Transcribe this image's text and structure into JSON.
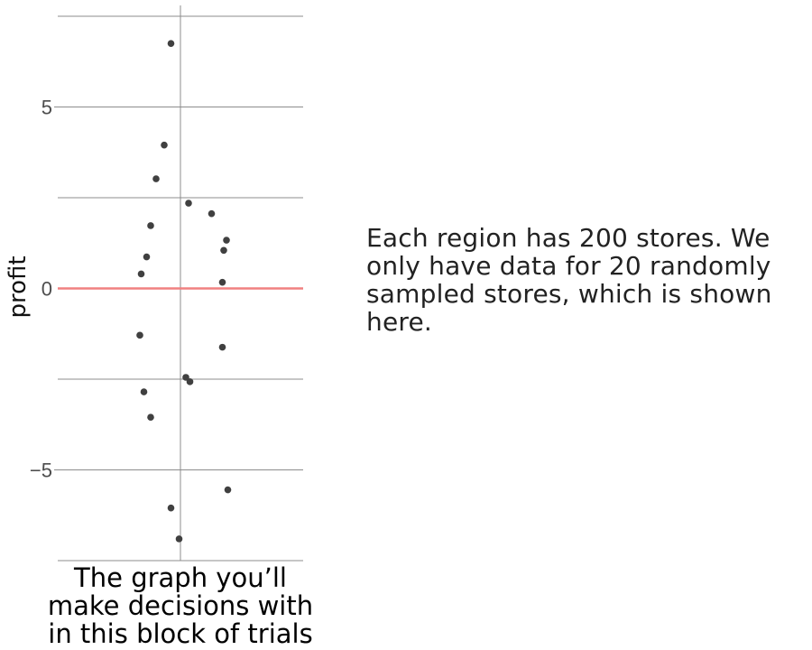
{
  "caption": "Each region has 200 stores. We only have data for 20 randomly sampled stores, which is shown here.",
  "chart_data": {
    "type": "scatter",
    "title": "",
    "ylabel": "profit",
    "xlabel_lines": [
      "The graph you’ll",
      "make decisions with",
      "in this block of trials"
    ],
    "ylim": [
      -7.5,
      7.5
    ],
    "yticks": [
      -5,
      0,
      5
    ],
    "ytick_labels": [
      "−5",
      "0",
      "5"
    ],
    "reference_line": {
      "y": 0,
      "color": "#f08080"
    },
    "grid": true,
    "x_is_jitter": true,
    "xlim": [
      -1,
      1
    ],
    "point_color": "#404040",
    "points": [
      {
        "x": -0.07,
        "y": 6.75
      },
      {
        "x": -0.12,
        "y": 3.95
      },
      {
        "x": -0.18,
        "y": 3.02
      },
      {
        "x": 0.06,
        "y": 2.35
      },
      {
        "x": 0.23,
        "y": 2.06
      },
      {
        "x": -0.22,
        "y": 1.73
      },
      {
        "x": 0.34,
        "y": 1.33
      },
      {
        "x": 0.32,
        "y": 1.05
      },
      {
        "x": -0.25,
        "y": 0.87
      },
      {
        "x": -0.29,
        "y": 0.4
      },
      {
        "x": 0.31,
        "y": 0.17
      },
      {
        "x": -0.3,
        "y": -1.29
      },
      {
        "x": 0.31,
        "y": -1.62
      },
      {
        "x": 0.04,
        "y": -2.45
      },
      {
        "x": 0.07,
        "y": -2.57
      },
      {
        "x": -0.27,
        "y": -2.85
      },
      {
        "x": -0.22,
        "y": -3.55
      },
      {
        "x": 0.35,
        "y": -5.55
      },
      {
        "x": -0.07,
        "y": -6.05
      },
      {
        "x": -0.01,
        "y": -6.9
      }
    ]
  }
}
